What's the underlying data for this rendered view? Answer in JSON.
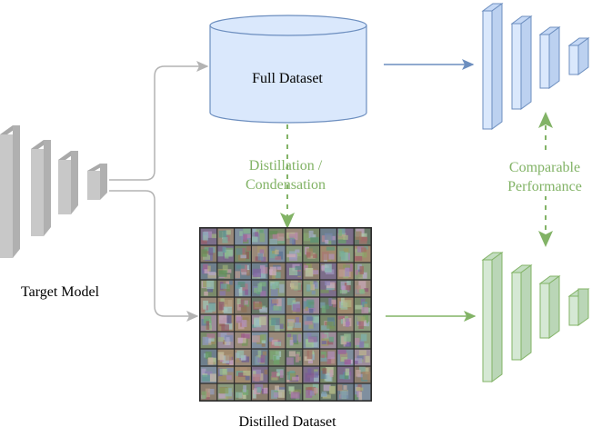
{
  "labels": {
    "full_dataset": "Full Dataset",
    "distillation_line1": "Distillation /",
    "distillation_line2": "Condensation",
    "comparable_line1": "Comparable",
    "comparable_line2": "Performance",
    "target_model": "Target Model",
    "distilled_dataset": "Distilled Dataset"
  },
  "colors": {
    "gray_block": "#c8c8c8",
    "gray_block_dark": "#a9a9a9",
    "blue_fill": "#dae8fc",
    "blue_stroke": "#6c8ebf",
    "green_fill": "#d5e8d4",
    "green_stroke": "#82b366",
    "green_text": "#82b366",
    "blue_arrow": "#6c8ebf",
    "gray_arrow": "#b3b3b3"
  },
  "distilled_grid": {
    "rows": 10,
    "cols": 10
  }
}
